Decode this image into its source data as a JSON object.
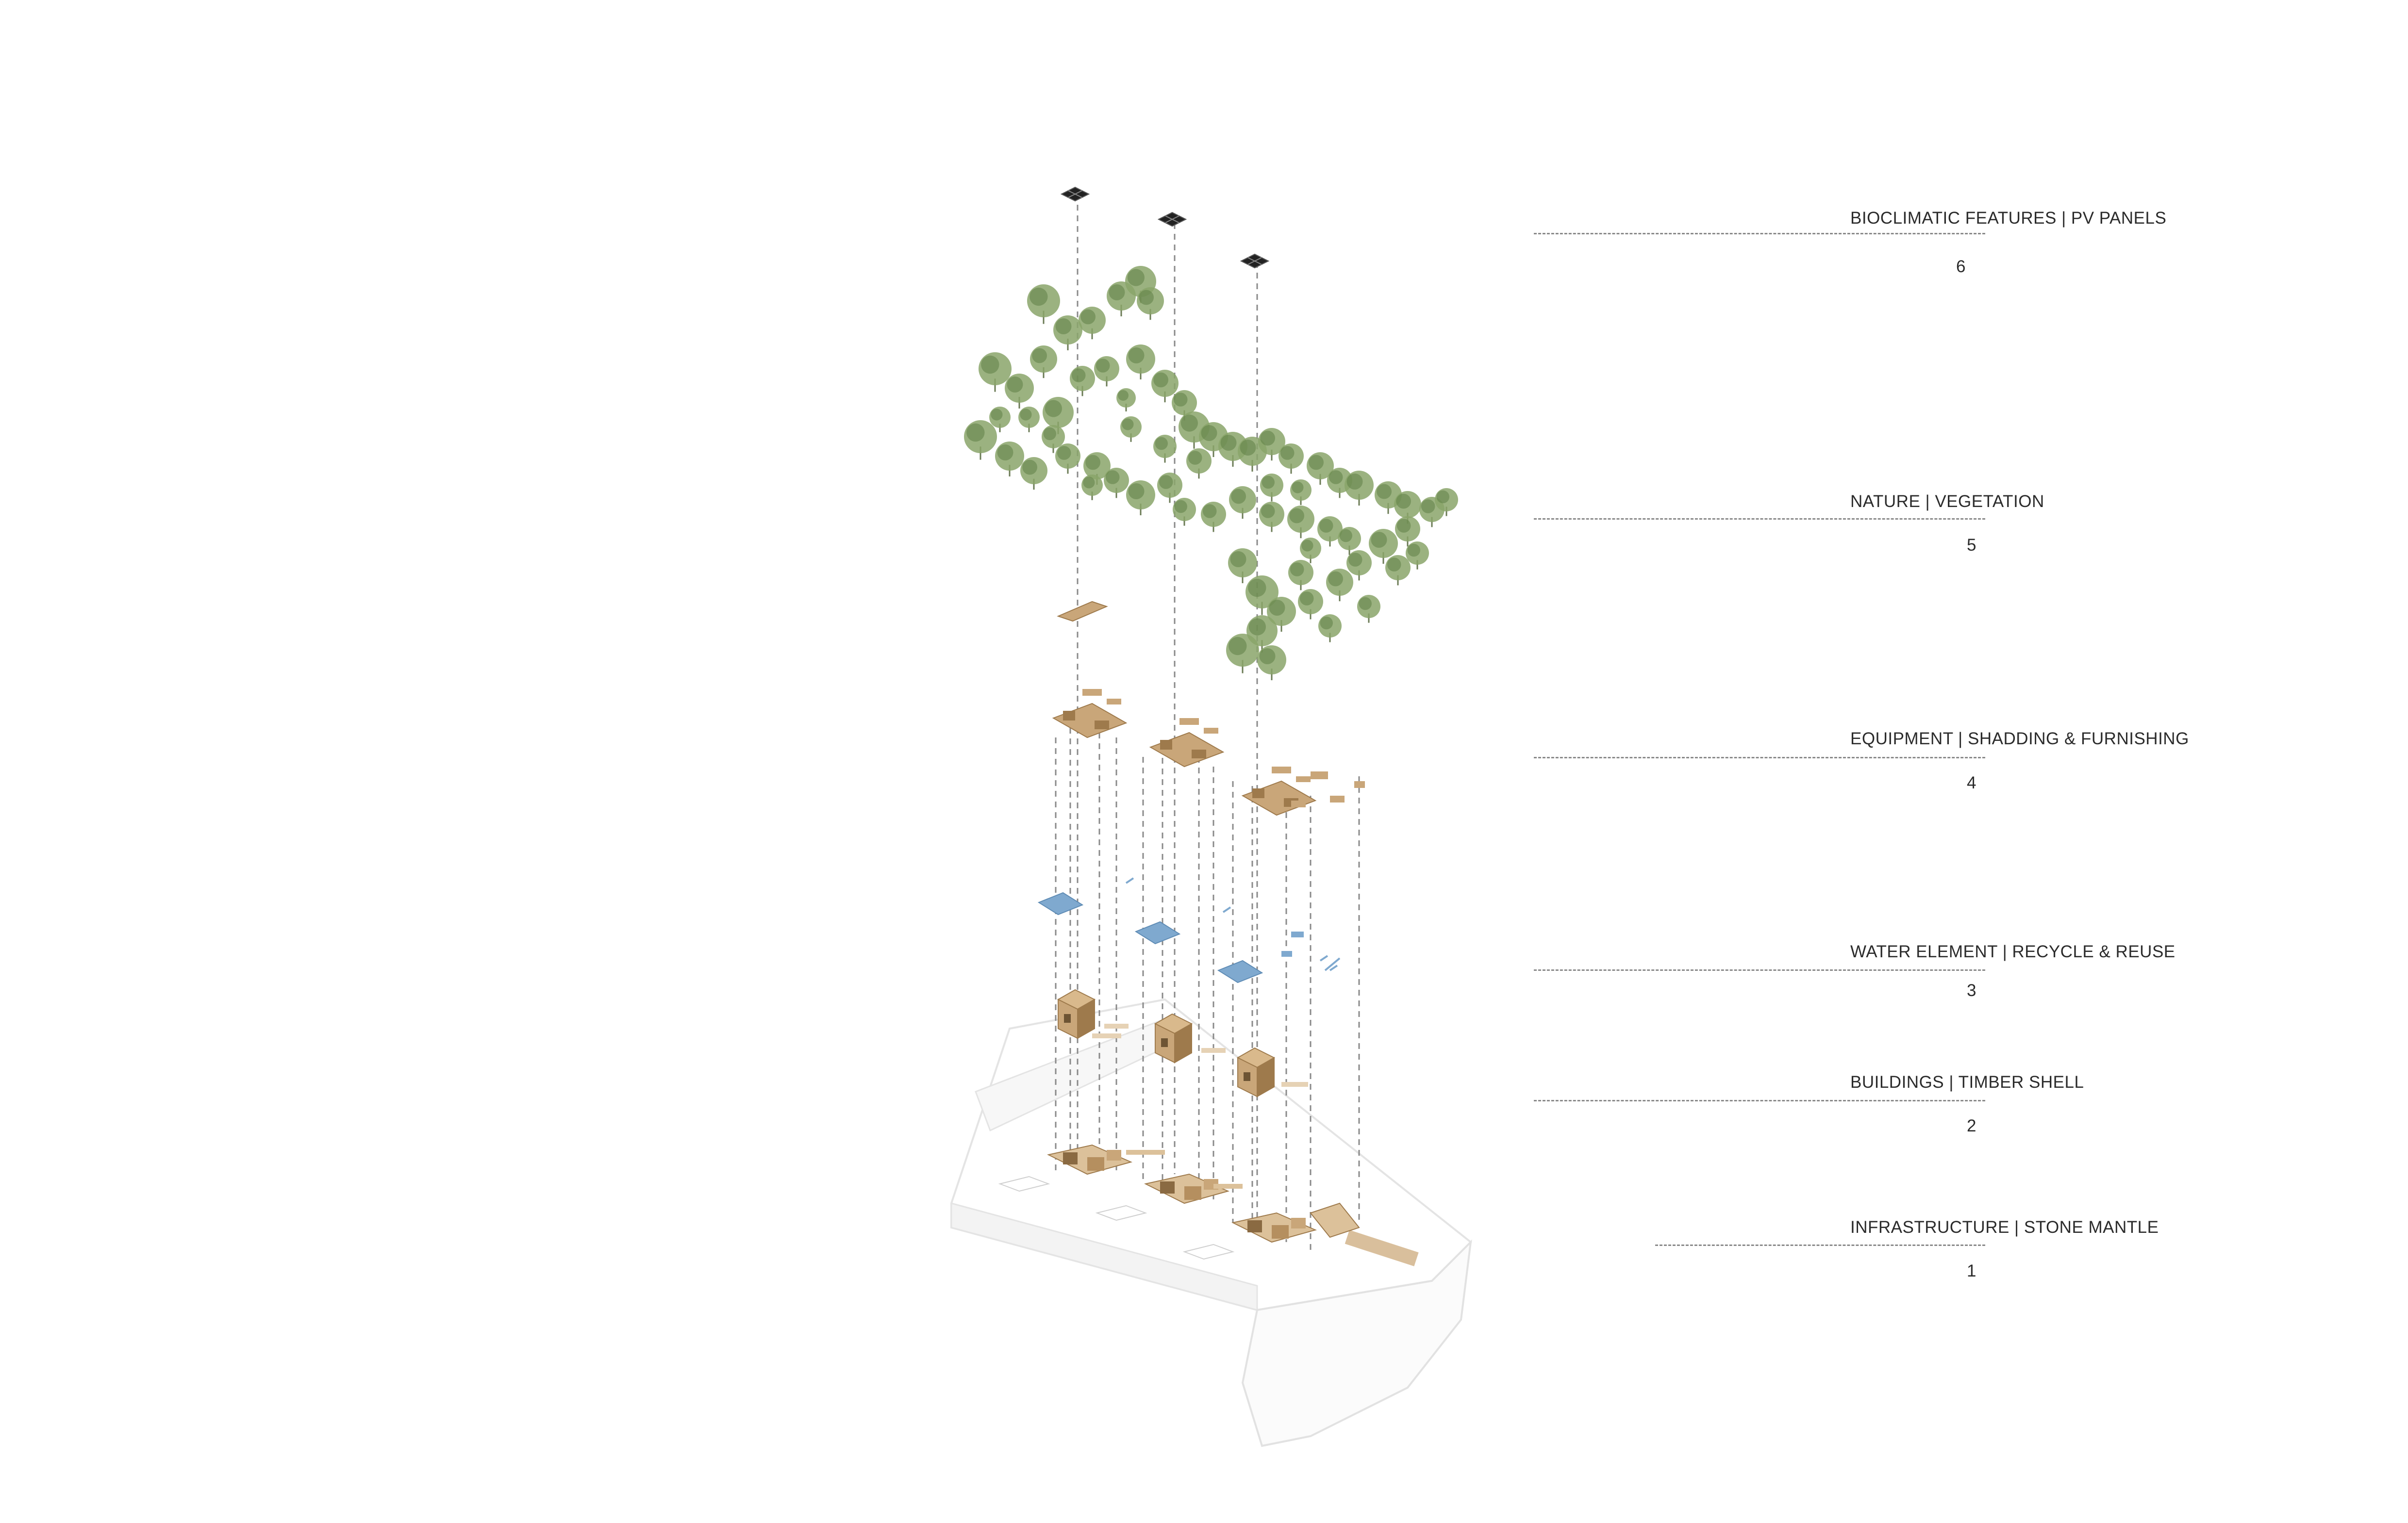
{
  "diagram": {
    "layers": [
      {
        "id": 6,
        "title": "BIOCLIMATIC FEATURES | PV PANELS",
        "number": "6"
      },
      {
        "id": 5,
        "title": "NATURE | VEGETATION",
        "number": "5"
      },
      {
        "id": 4,
        "title": "EQUIPMENT | SHADDING & FURNISHING",
        "number": "4"
      },
      {
        "id": 3,
        "title": "WATER ELEMENT | RECYCLE & REUSE",
        "number": "3"
      },
      {
        "id": 2,
        "title": "BUILDINGS | TIMBER SHELL",
        "number": "2"
      },
      {
        "id": 1,
        "title": "INFRASTRUCTURE | STONE MANTLE",
        "number": "1"
      }
    ],
    "colors": {
      "timber": "#c9a679",
      "timber_dark": "#9e7a4c",
      "water": "#7fa9cf",
      "tree": "#8aa56a",
      "tree_dark": "#5f7f45",
      "panel": "#222222",
      "terrain": "#ffffff",
      "terrain_edge": "#e4e4e4",
      "dash": "#8a8a8a",
      "text": "#2b2b2b"
    }
  }
}
